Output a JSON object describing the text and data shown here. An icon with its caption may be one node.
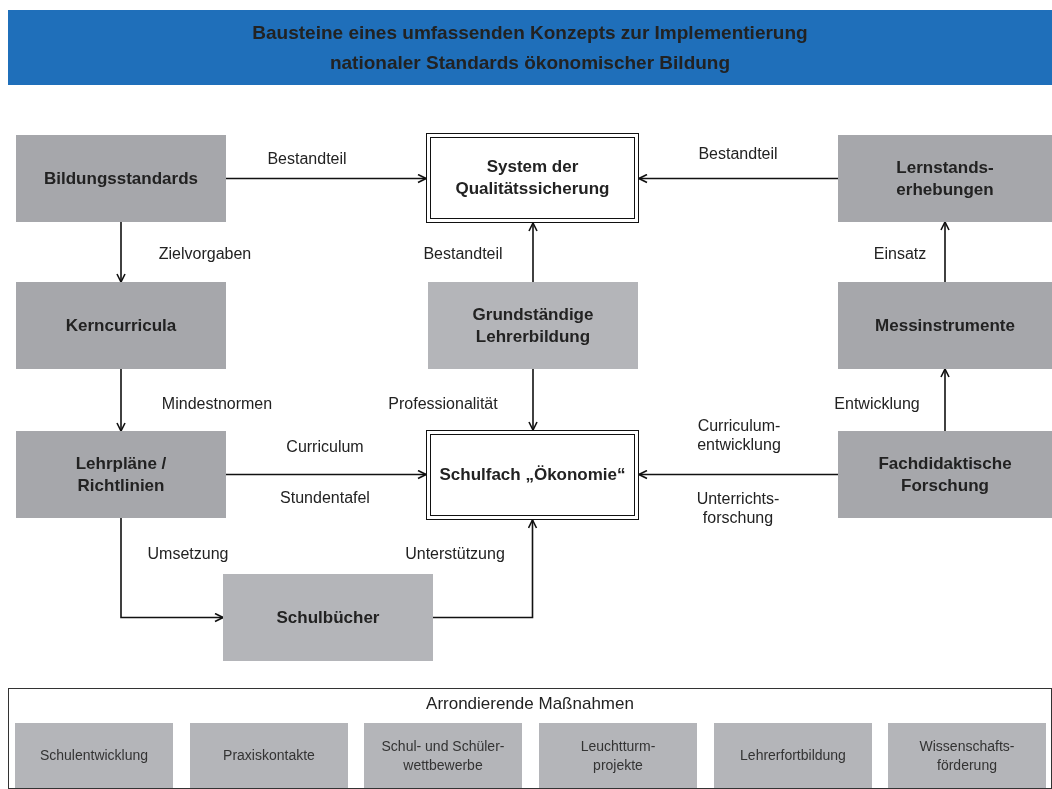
{
  "diagram": {
    "title": "Bausteine eines umfassenden Konzepts zur Implementierung nationaler Standards ökonomischer Bildung",
    "nodes": [
      {
        "text": [
          "Bildungsstandards"
        ]
      },
      {
        "text": [
          "System der Qualitätssicherung"
        ]
      },
      {
        "text": [
          "Lernstands- erhebungen"
        ]
      },
      {
        "text": [
          "Kerncurricula"
        ]
      },
      {
        "text": [
          "Grundständige Lehrerbildung"
        ]
      },
      {
        "text": [
          "Messinstrumente"
        ]
      },
      {
        "text": [
          "Lehrpläne / Richtlinien"
        ]
      },
      {
        "text": [
          "Schulfach „Ökonomie“"
        ]
      },
      {
        "text": [
          "Fachdidaktische Forschung"
        ]
      },
      {
        "text": [
          "Schulbücher"
        ]
      },
      {
        "text": [
          "Arrondierende Maßnahmen"
        ]
      },
      {
        "text": [
          "Schulentwicklung"
        ],
        "in": 10
      },
      {
        "text": [
          "Praxiskontakte"
        ],
        "in": 10
      },
      {
        "text": [
          "Schul- und Schüler- wettbewerbe"
        ],
        "in": 10
      },
      {
        "text": [
          "Leuchtturm- projekte"
        ],
        "in": 10
      },
      {
        "text": [
          "Lehrerfortbildung"
        ],
        "in": 10
      },
      {
        "text": [
          "Wissenschafts- förderung"
        ],
        "in": 10
      }
    ],
    "edges": [
      {
        "from": 0,
        "to": 1,
        "arrow": "to",
        "label": "Bestandteil"
      },
      {
        "from": 2,
        "to": 1,
        "arrow": "to",
        "label": "Bestandteil"
      },
      {
        "from": 4,
        "to": 1,
        "arrow": "to",
        "label": "Bestandteil"
      },
      {
        "from": 0,
        "to": 3,
        "arrow": "to",
        "label": "Zielvorgaben"
      },
      {
        "from": 3,
        "to": 6,
        "arrow": "to",
        "label": "Mindestnormen"
      },
      {
        "from": 4,
        "to": 7,
        "arrow": "to",
        "label": "Professionalität"
      },
      {
        "from": 5,
        "to": 2,
        "arrow": "to",
        "label": "Einsatz"
      },
      {
        "from": 8,
        "to": 5,
        "arrow": "to",
        "label": "Entwicklung"
      },
      {
        "from": 6,
        "to": 7,
        "arrow": "to",
        "label": "Curriculum"
      },
      {
        "from": 8,
        "to": 7,
        "arrow": "to",
        "label": "Curriculum- entwicklung"
      },
      {
        "from": 6,
        "to": 9,
        "arrow": "to",
        "label": "Umsetzung"
      },
      {
        "from": 9,
        "to": 7,
        "arrow": "to",
        "label": "Unterstützung"
      }
    ],
    "labels": [
      "Stundentafel",
      "Unterrichts- forschung"
    ]
  }
}
